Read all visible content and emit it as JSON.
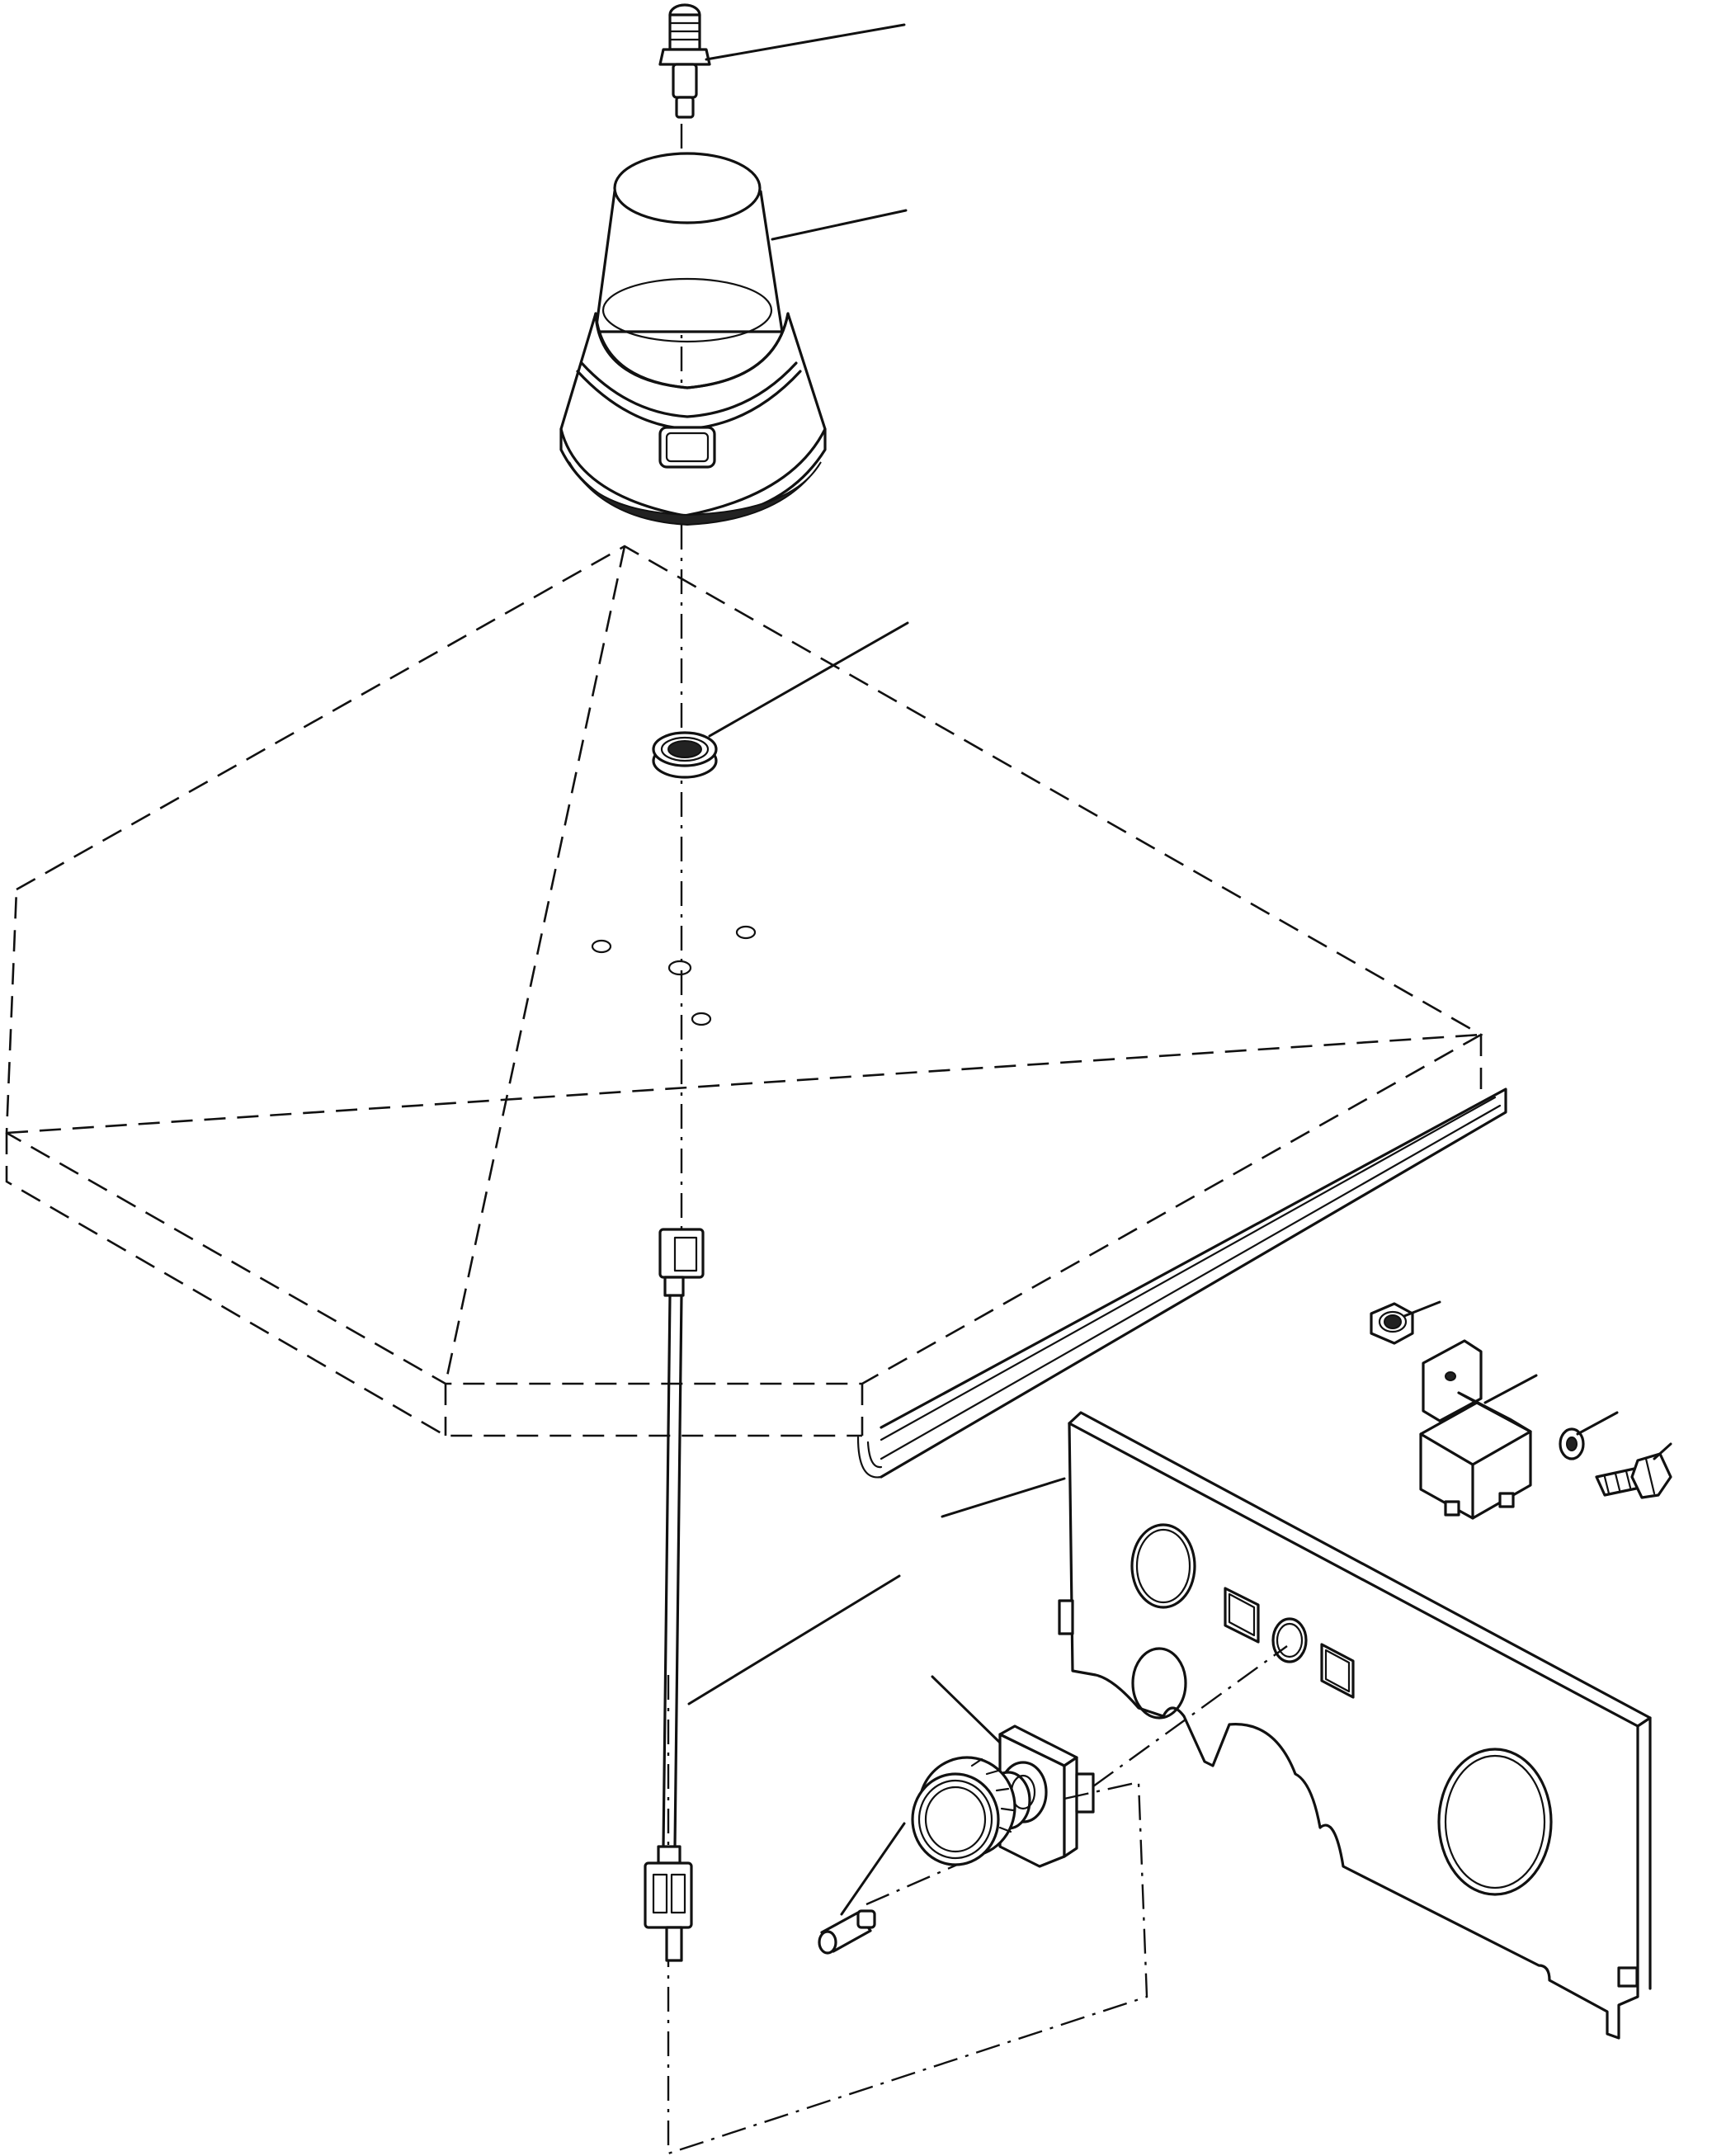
{
  "diagram": {
    "kind": "exploded-parts-view",
    "parts": [
      {
        "id": "bulb",
        "icon": "bulb-icon",
        "leader": true
      },
      {
        "id": "beacon-lens",
        "icon": "beacon-lamp-icon",
        "leader": true
      },
      {
        "id": "grommet",
        "icon": "grommet-icon",
        "leader": true
      },
      {
        "id": "cab-roof",
        "icon": "roof-panel-icon",
        "leader": false
      },
      {
        "id": "wire-harness",
        "icon": "wire-harness-icon",
        "leader": true
      },
      {
        "id": "dash-panel",
        "icon": "dash-panel-icon",
        "leader": true
      },
      {
        "id": "rotary-switch",
        "icon": "rotary-switch-icon",
        "leader": true
      },
      {
        "id": "switch-bulb",
        "icon": "small-bulb-icon",
        "leader": true
      },
      {
        "id": "nut",
        "icon": "nut-icon",
        "leader": true
      },
      {
        "id": "relay",
        "icon": "relay-icon",
        "leader": true
      },
      {
        "id": "lock-washer",
        "icon": "washer-icon",
        "leader": true
      },
      {
        "id": "bolt",
        "icon": "bolt-icon",
        "leader": true
      }
    ],
    "line_color": "#111111",
    "background": "#ffffff"
  }
}
